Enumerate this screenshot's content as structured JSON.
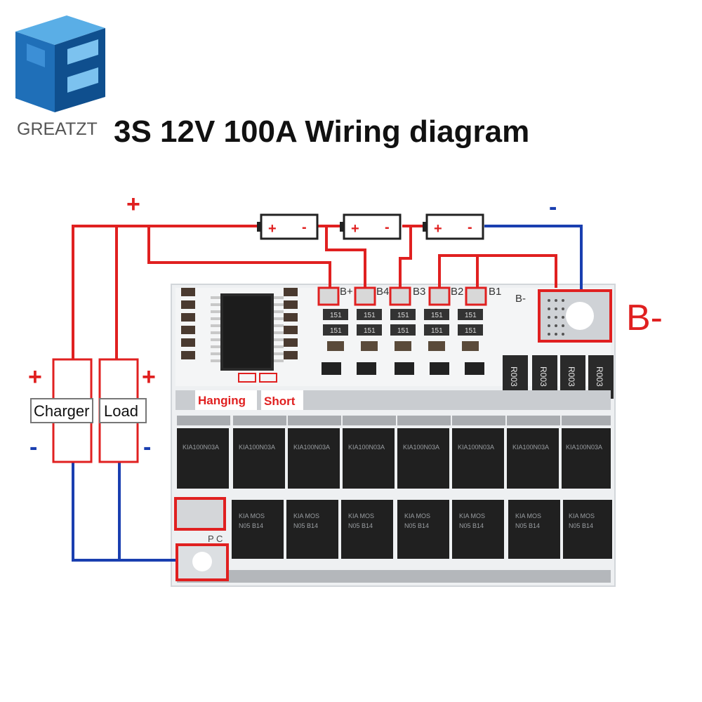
{
  "brand": {
    "name": "GREATZT",
    "colors": {
      "front": "#1f6fb8",
      "side": "#0f4f8e",
      "top": "#5aaee6"
    }
  },
  "title": "3S 12V 100A Wiring diagram",
  "wires": {
    "positive_color": "#e02020",
    "negative_color": "#1a3fb0"
  },
  "labels": {
    "plus": "+",
    "minus": "-",
    "charger": "Charger",
    "load": "Load",
    "b_minus": "B-",
    "hanging": "Hanging",
    "short": "Short"
  },
  "batteries": [
    {
      "plus": "+",
      "minus": "-"
    },
    {
      "plus": "+",
      "minus": "-"
    },
    {
      "plus": "+",
      "minus": "-"
    }
  ],
  "pads": [
    "B+",
    "B4",
    "B3",
    "B2",
    "B1",
    "B-"
  ],
  "pc_label": "P C",
  "chips": {
    "resistor_code": "151",
    "shunt_code": "R003",
    "mosfet_top": "KIA100N03A",
    "mosfet_mid": "KIA  MOS",
    "mosfet_bot": "N05  B14"
  }
}
